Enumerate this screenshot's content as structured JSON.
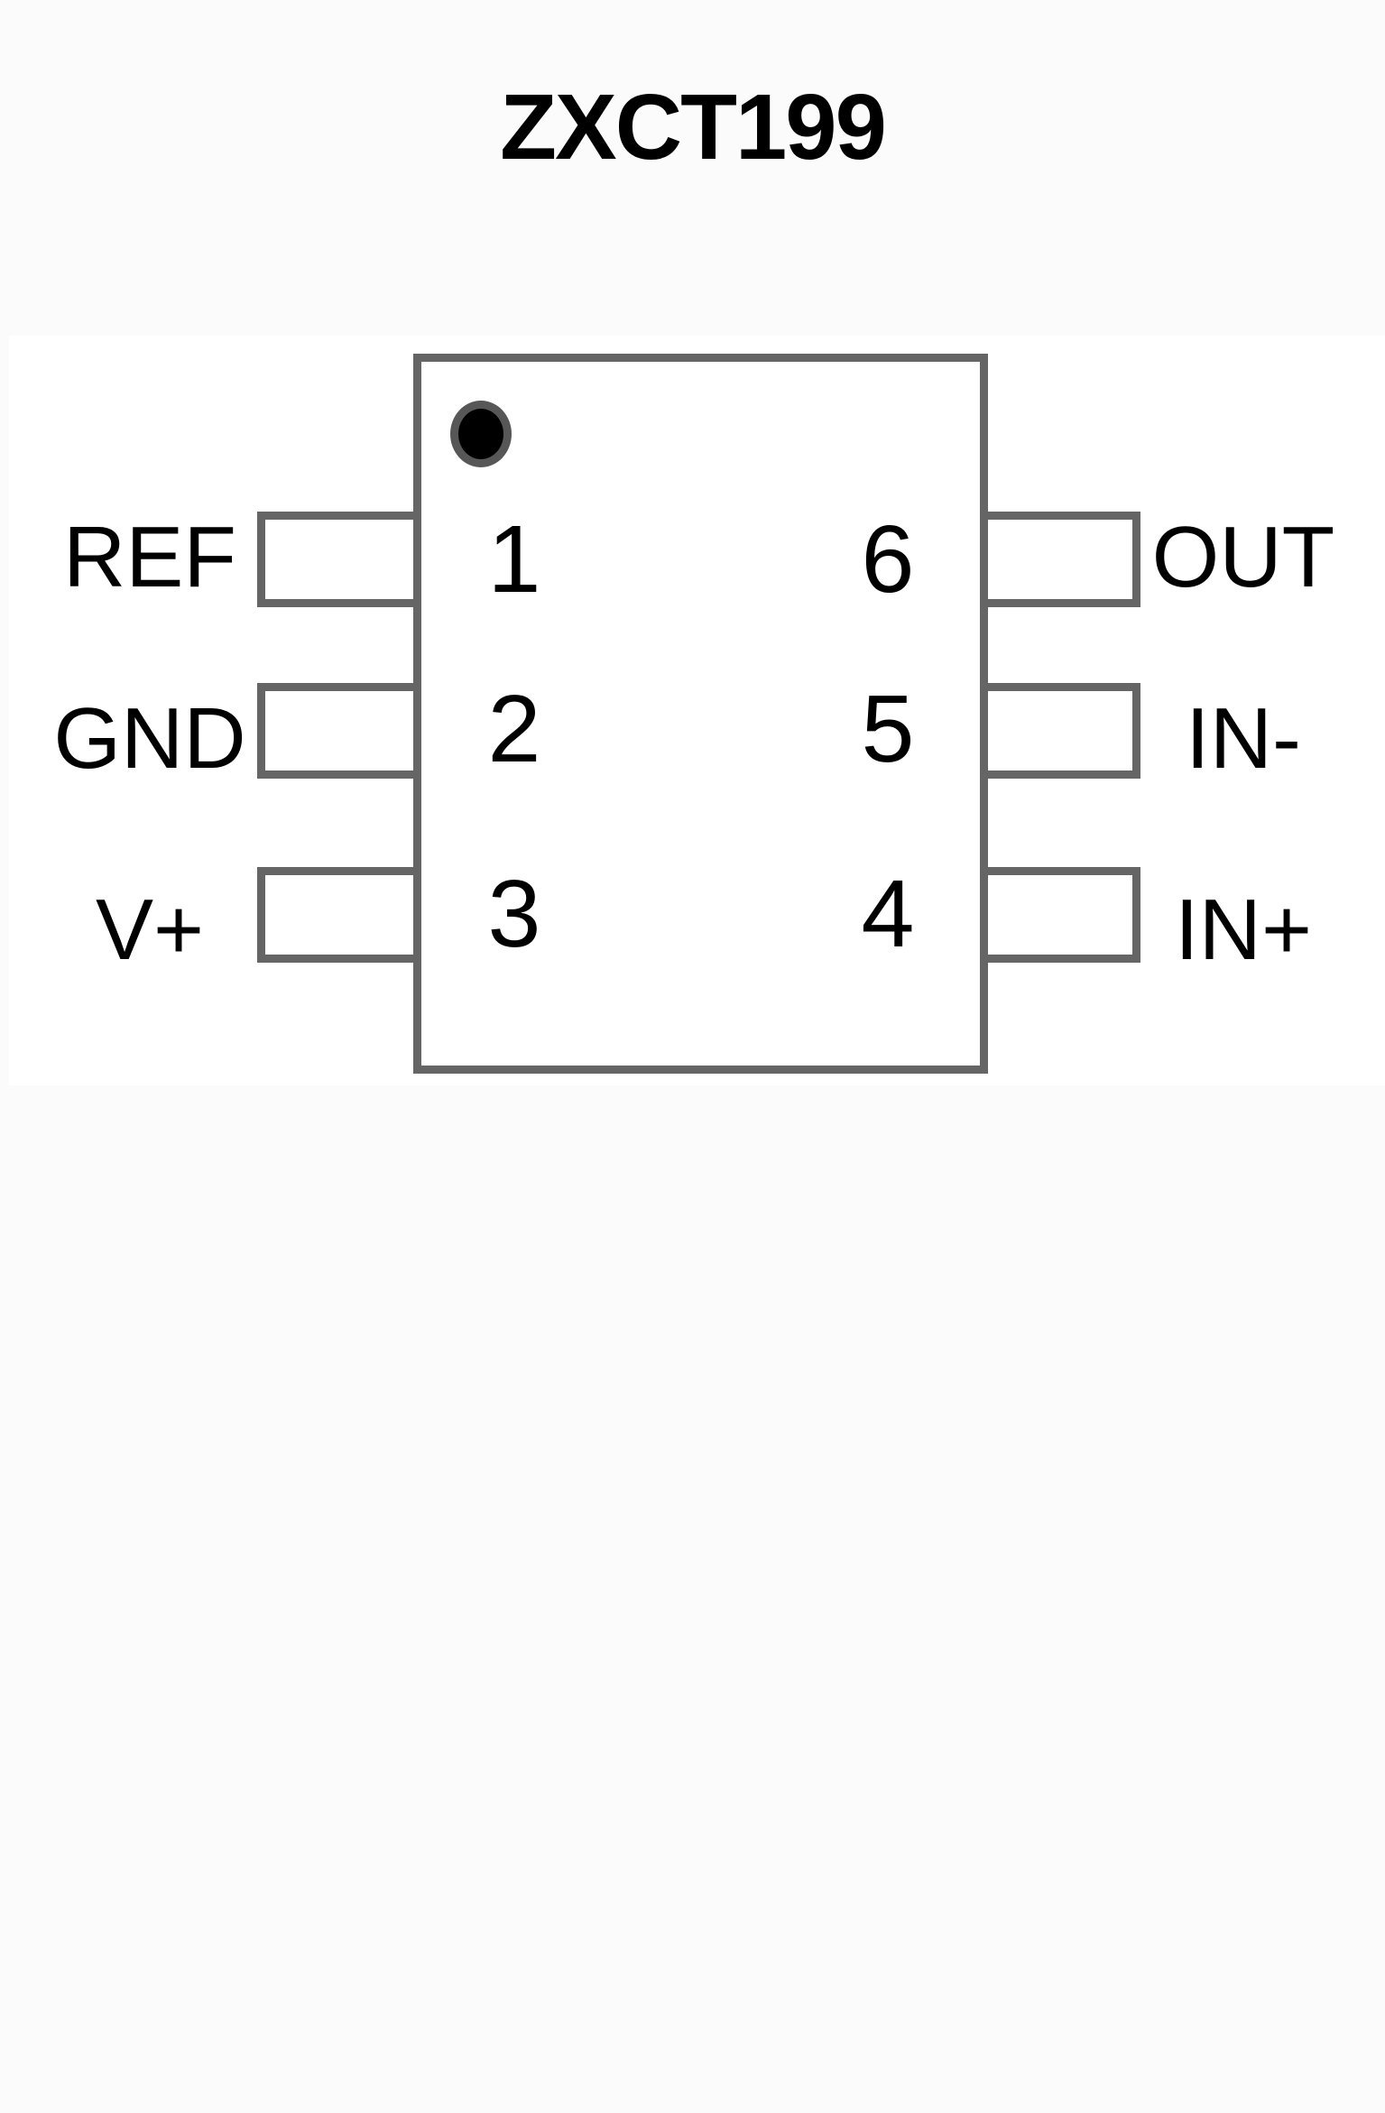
{
  "title": "ZXCT199",
  "diagram": {
    "type": "ic-pinout-top-view",
    "left_pins": [
      {
        "number": "1",
        "label": "REF"
      },
      {
        "number": "2",
        "label": "GND"
      },
      {
        "number": "3",
        "label": "V+"
      }
    ],
    "right_pins": [
      {
        "number": "6",
        "label": "OUT"
      },
      {
        "number": "5",
        "label": "IN-"
      },
      {
        "number": "4",
        "label": "IN+"
      }
    ]
  },
  "icons": {
    "pin1_marker": "filled-circle"
  },
  "colors": {
    "page_background": "#fbfbfb",
    "figure_background": "#ffffff",
    "outline_gray": "#656565",
    "dot_ring": "#575757",
    "dot_fill": "#000000",
    "text": "#000000"
  }
}
